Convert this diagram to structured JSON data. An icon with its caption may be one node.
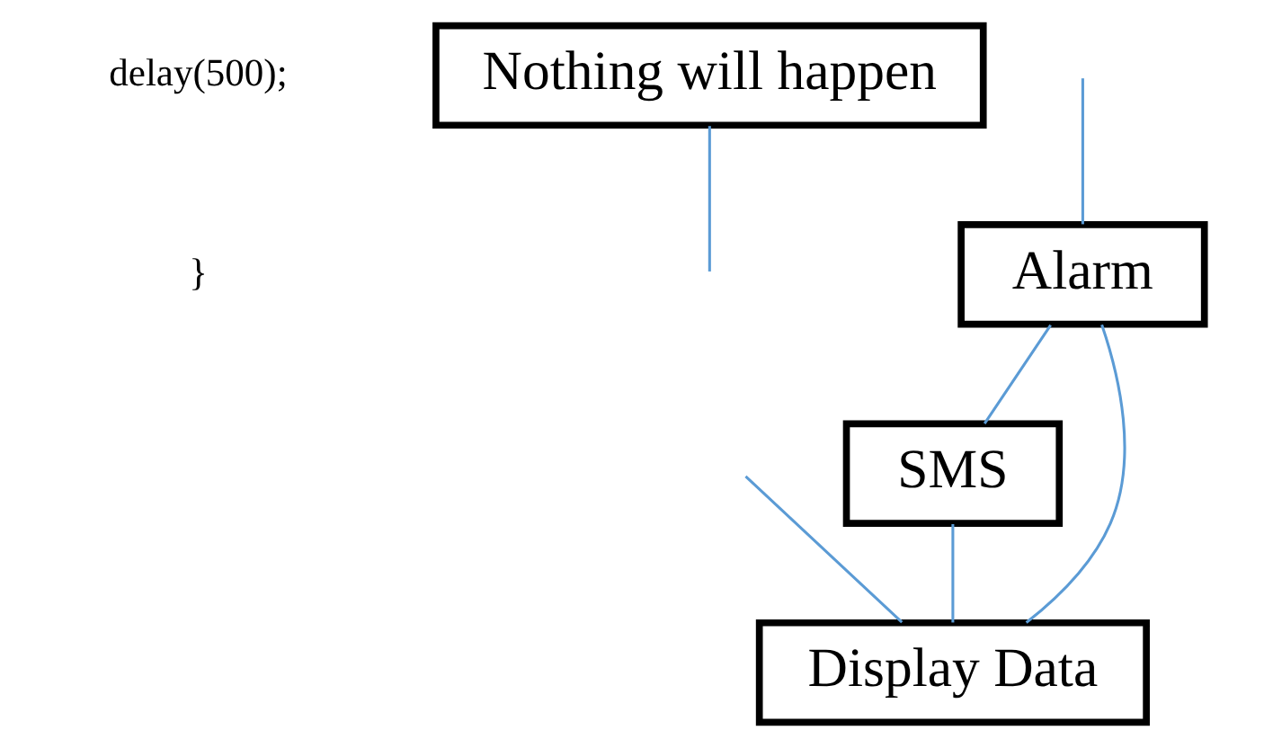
{
  "diagram": {
    "nodes": [
      {
        "text": [
          "Nothing will happen"
        ]
      },
      {
        "text": [
          "Alarm"
        ]
      },
      {
        "text": [
          "SMS"
        ]
      },
      {
        "text": [
          "Display Data"
        ]
      }
    ],
    "edges": [
      {
        "from": 0,
        "to": null,
        "arrow": "none"
      },
      {
        "from": null,
        "to": 1,
        "arrow": "none"
      },
      {
        "from": 1,
        "to": 2,
        "arrow": "none"
      },
      {
        "from": 1,
        "to": 3,
        "arrow": "none"
      },
      {
        "from": 2,
        "to": 3,
        "arrow": "none"
      },
      {
        "from": null,
        "to": 3,
        "arrow": "none"
      }
    ],
    "labels": [
      "delay(500);",
      "}"
    ]
  }
}
